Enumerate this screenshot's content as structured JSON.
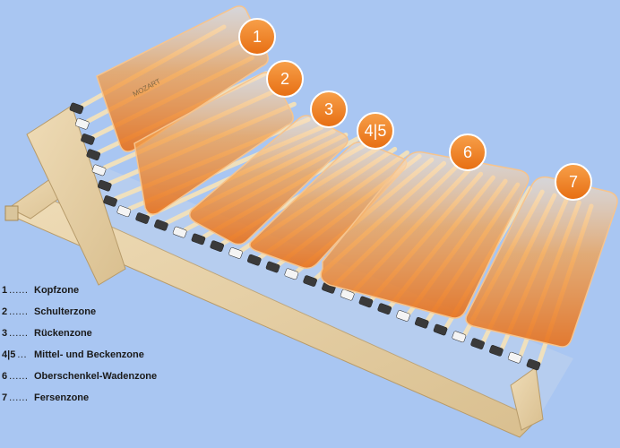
{
  "colors": {
    "background": "#a9c6f2",
    "zone_orange": "#f07f1f",
    "badge_orange": "#f08020",
    "frame_wood": "#e8d2a8",
    "slat_wood": "#f2e4c2",
    "cap_dark": "#3a3a3a",
    "cap_light": "#f4f4f4"
  },
  "product_label": "MOZART",
  "badges": [
    {
      "id": "1",
      "label": "1"
    },
    {
      "id": "2",
      "label": "2"
    },
    {
      "id": "3",
      "label": "3"
    },
    {
      "id": "45",
      "label": "4|5"
    },
    {
      "id": "6",
      "label": "6"
    },
    {
      "id": "7",
      "label": "7"
    }
  ],
  "legend": [
    {
      "num": "1",
      "dots": "......",
      "label": "Kopfzone"
    },
    {
      "num": "2",
      "dots": "......",
      "label": "Schulterzone"
    },
    {
      "num": "3",
      "dots": "......",
      "label": "Rückenzone"
    },
    {
      "num": "4|5",
      "dots": "...",
      "label": "Mittel- und Beckenzone"
    },
    {
      "num": "6",
      "dots": "......",
      "label": "Oberschenkel-Wadenzone"
    },
    {
      "num": "7",
      "dots": "......",
      "label": "Fersenzone"
    }
  ]
}
